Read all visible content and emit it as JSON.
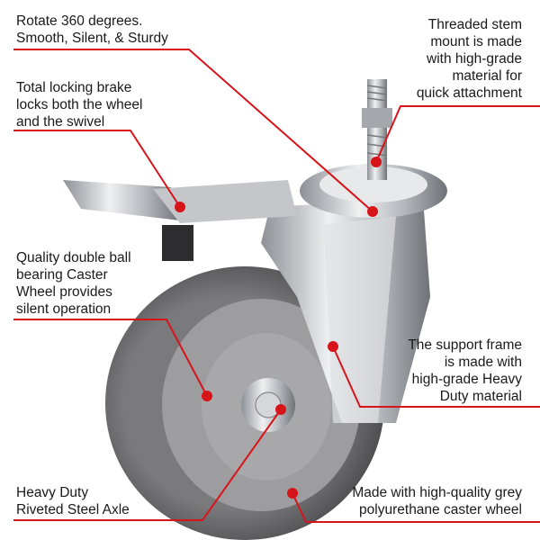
{
  "callouts": {
    "rotate": [
      "Rotate 360 degrees.",
      "Smooth, Silent, & Sturdy"
    ],
    "brake": [
      "Total locking brake",
      "locks both the wheel",
      "and the swivel"
    ],
    "bearing": [
      "Quality double ball",
      "bearing Caster",
      "Wheel provides",
      "silent operation"
    ],
    "axle": [
      "Heavy Duty",
      "Riveted Steel Axle"
    ],
    "stem": [
      "Threaded stem",
      "mount is made",
      "with high-grade",
      "material for",
      "quick attachment"
    ],
    "frame": [
      "The support frame",
      "is made with",
      "high-grade Heavy",
      "Duty material"
    ],
    "wheel": [
      "Made with high-quality grey",
      "polyurethane caster wheel"
    ]
  },
  "colors": {
    "accent": "#d7141a",
    "tire": "#6b6b6d",
    "hub": "#9b9b9d",
    "metal": "#c9cbce"
  }
}
